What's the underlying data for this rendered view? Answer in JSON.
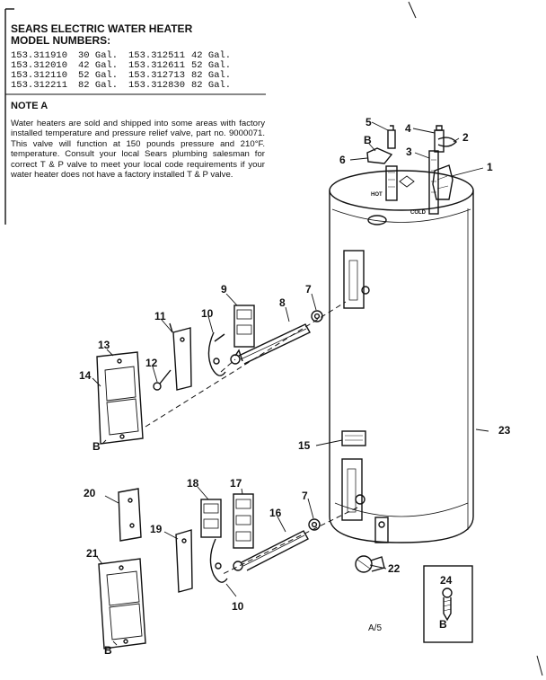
{
  "header": {
    "title": "SEARS ELECTRIC WATER HEATER",
    "subtitle": "MODEL NUMBERS:"
  },
  "models": [
    [
      "153.311910",
      "30 Gal.",
      "153.312511",
      "42 Gal."
    ],
    [
      "153.312010",
      "42 Gal.",
      "153.312611",
      "52 Gal."
    ],
    [
      "153.312110",
      "52 Gal.",
      "153.312713",
      "82 Gal."
    ],
    [
      "153.312211",
      "82 Gal.",
      "153.312830",
      "82 Gal."
    ]
  ],
  "note": {
    "title": "NOTE A",
    "text": "Water heaters are sold and shipped into some areas with factory installed temperature and pressure relief valve, part no. 9000071. This valve will function at 150 pounds pressure and 210°F. temperature. Consult your local Sears plumbing salesman for correct T & P valve to meet your local code requirements if your water heater does not have a factory installed T & P valve."
  },
  "callouts": {
    "p1": "1",
    "p2": "2",
    "p3": "3",
    "p4": "4",
    "p5": "5",
    "p6": "6",
    "p7a": "7",
    "p7b": "7",
    "p8": "8",
    "p9": "9",
    "p10a": "10",
    "p10b": "10",
    "p11": "11",
    "p12": "12",
    "p13": "13",
    "p14": "14",
    "p15": "15",
    "p16": "16",
    "p17": "17",
    "p18": "18",
    "p19": "19",
    "p20": "20",
    "p21": "21",
    "p22": "22",
    "p23": "23",
    "p24": "24",
    "b_top": "B",
    "b_mid": "B",
    "b_low": "B",
    "b_box": "B"
  },
  "tank_tags": {
    "hot": "HOT",
    "cold": "COLD"
  },
  "drawing_code": "A/5"
}
